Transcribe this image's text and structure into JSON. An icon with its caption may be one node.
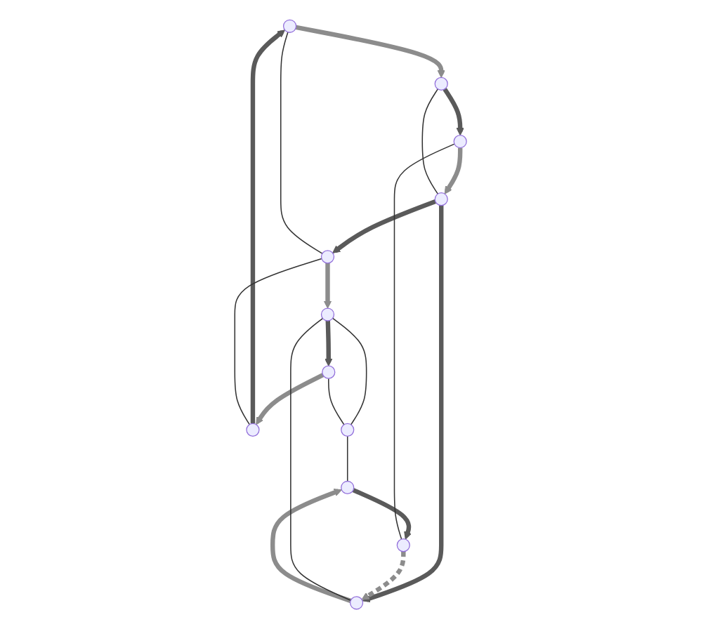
{
  "diagram": {
    "nodes": [
      {
        "text": [],
        "shape": "point"
      },
      {
        "text": [],
        "shape": "point"
      },
      {
        "text": [],
        "shape": "point"
      },
      {
        "text": [],
        "shape": "point"
      },
      {
        "text": [],
        "shape": "point"
      },
      {
        "text": [],
        "shape": "point"
      },
      {
        "text": [],
        "shape": "point"
      },
      {
        "text": [],
        "shape": "point"
      },
      {
        "text": [],
        "shape": "point"
      },
      {
        "text": [],
        "shape": "point"
      },
      {
        "text": [],
        "shape": "point"
      },
      {
        "text": [],
        "shape": "point"
      }
    ],
    "edges": [
      {
        "from": 4,
        "to": 0,
        "arrow": "to",
        "color": "#5a5a5a"
      },
      {
        "from": 0,
        "to": 1,
        "arrow": "to",
        "color": "#8c8c8c"
      },
      {
        "from": 1,
        "to": 2,
        "arrow": "to",
        "color": "#5a5a5a"
      },
      {
        "from": 2,
        "to": 3,
        "arrow": "to",
        "color": "#8c8c8c"
      },
      {
        "from": 3,
        "to": 5,
        "arrow": "to",
        "color": "#5a5a5a"
      },
      {
        "from": 3,
        "to": 8,
        "arrow": "to",
        "color": "#5a5a5a"
      },
      {
        "from": 5,
        "to": 7,
        "arrow": "to",
        "color": "#8c8c8c"
      },
      {
        "from": 7,
        "to": 9,
        "arrow": "to",
        "color": "#5a5a5a"
      },
      {
        "from": 9,
        "to": 4,
        "arrow": "to",
        "color": "#8c8c8c"
      },
      {
        "from": 8,
        "to": 10,
        "arrow": "to",
        "color": "#8c8c8c"
      },
      {
        "from": 10,
        "to": 6,
        "arrow": "to",
        "color": "#5a5a5a"
      },
      {
        "from": 6,
        "to": 8,
        "arrow": "to",
        "style": "dashed",
        "color": "#8c8c8c"
      },
      {
        "from": 0,
        "to": 5,
        "arrow": "none"
      },
      {
        "from": 1,
        "to": 3,
        "arrow": "none"
      },
      {
        "from": 2,
        "to": 6,
        "arrow": "none"
      },
      {
        "from": 4,
        "to": 5,
        "arrow": "none"
      },
      {
        "from": 7,
        "to": 8,
        "arrow": "none"
      },
      {
        "from": 7,
        "to": 11,
        "arrow": "none"
      },
      {
        "from": 9,
        "to": 11,
        "arrow": "none"
      },
      {
        "from": 11,
        "to": 10,
        "arrow": "none"
      }
    ]
  }
}
